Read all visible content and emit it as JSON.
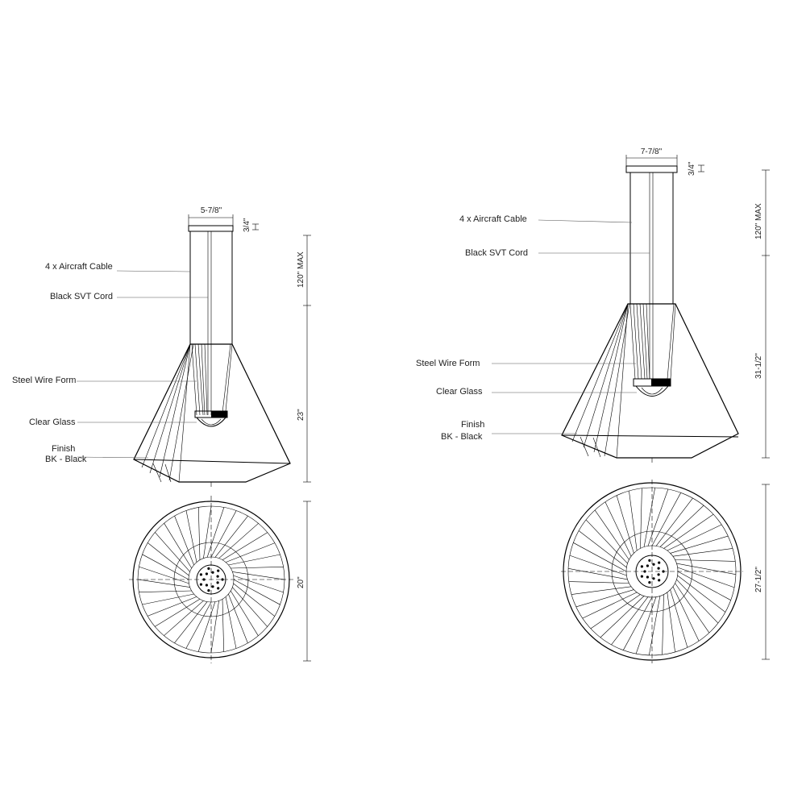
{
  "fixtures": [
    {
      "id": "small",
      "labels": {
        "aircraft_cable": "4 x Aircraft Cable",
        "svt_cord": "Black SVT Cord",
        "steel_wire": "Steel Wire Form",
        "clear_glass": "Clear Glass",
        "finish_line1": "Finish",
        "finish_line2": "BK - Black"
      },
      "dims": {
        "canopy_width": "5-7/8\"",
        "canopy_height": "3/4\"",
        "cable_max": "120\" MAX",
        "body_height": "23\"",
        "diameter": "20\""
      }
    },
    {
      "id": "large",
      "labels": {
        "aircraft_cable": "4 x Aircraft Cable",
        "svt_cord": "Black SVT Cord",
        "steel_wire": "Steel Wire Form",
        "clear_glass": "Clear Glass",
        "finish_line1": "Finish",
        "finish_line2": "BK - Black"
      },
      "dims": {
        "canopy_width": "7-7/8\"",
        "canopy_height": "3/4\"",
        "cable_max": "120\" MAX",
        "body_height": "31-1/2\"",
        "diameter": "27-1/2\""
      }
    }
  ]
}
